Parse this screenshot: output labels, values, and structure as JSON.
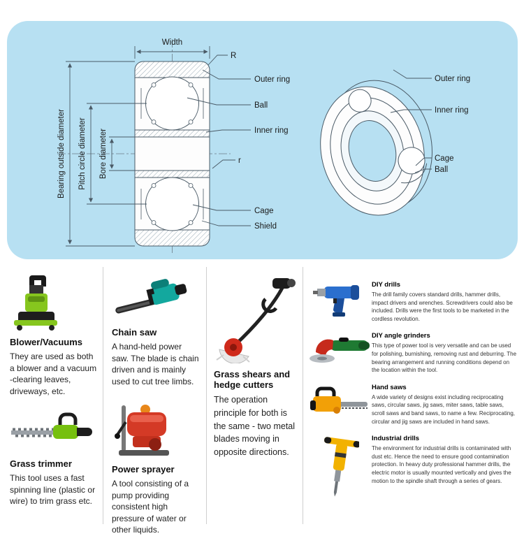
{
  "colors": {
    "panel_bg": "#b7e0f2",
    "line": "#4a5a66"
  },
  "diagram": {
    "dim_width": "Width",
    "dim_outside": "Bearing outside diameter",
    "dim_pitch": "Pitch circle diameter",
    "dim_bore": "Bore diameter",
    "label_R": "R",
    "label_outer_ring": "Outer ring",
    "label_ball": "Ball",
    "label_inner_ring": "Inner ring",
    "label_r": "r",
    "label_cage": "Cage",
    "label_shield": "Shield",
    "iso_outer_ring": "Outer ring",
    "iso_inner_ring": "Inner ring",
    "iso_cage": "Cage",
    "iso_ball": "Ball"
  },
  "tools": {
    "blower": {
      "title": "Blower/Vacuums",
      "desc": "They are used as both a blower and a vacuum -clearing leaves, driveways, etc."
    },
    "chainsaw": {
      "title": "Chain saw",
      "desc": "A hand-held power saw. The blade is chain driven and is mainly used to cut tree limbs."
    },
    "grass_trimmer": {
      "title": "Grass trimmer",
      "desc": "This tool uses a fast spinning line (plastic or wire) to trim grass etc."
    },
    "power_sprayer": {
      "title": "Power sprayer",
      "desc": "A tool consisting of a pump providing consistent high pressure of water or other liquids."
    },
    "grass_shears": {
      "title": "Grass shears and hedge cutters",
      "desc": "The operation principle for both is the same - two metal blades moving in opposite directions."
    },
    "diy_drills": {
      "title": "DIY drills",
      "desc": "The drill family covers standard drills, hammer drills, impact drivers and wrenches. Screwdrivers could also be included. Drills were the first tools to be marketed in the cordless revolution."
    },
    "angle_grinders": {
      "title": "DIY angle grinders",
      "desc": "This type of power tool is very versatile and can be used for polishing, burnishing, removing rust and deburring. The bearing arrangement and running conditions depend on the location within the tool."
    },
    "hand_saws": {
      "title": "Hand saws",
      "desc": "A wide variety of designs exist including reciprocating saws, circular saws, jig saws, miter saws, table saws, scroll saws and band saws, to name a few. Reciprocating, circular and jig saws are included in hand saws."
    },
    "industrial_drills": {
      "title": "Industrial drills",
      "desc": "The environment for industrial drills is contaminated with dust etc. Hence the need to ensure good contamination protection. In heavy duty professional hammer drills, the electric motor is usually mounted vertically and gives the motion to the spindle shaft through a series of gears."
    }
  }
}
